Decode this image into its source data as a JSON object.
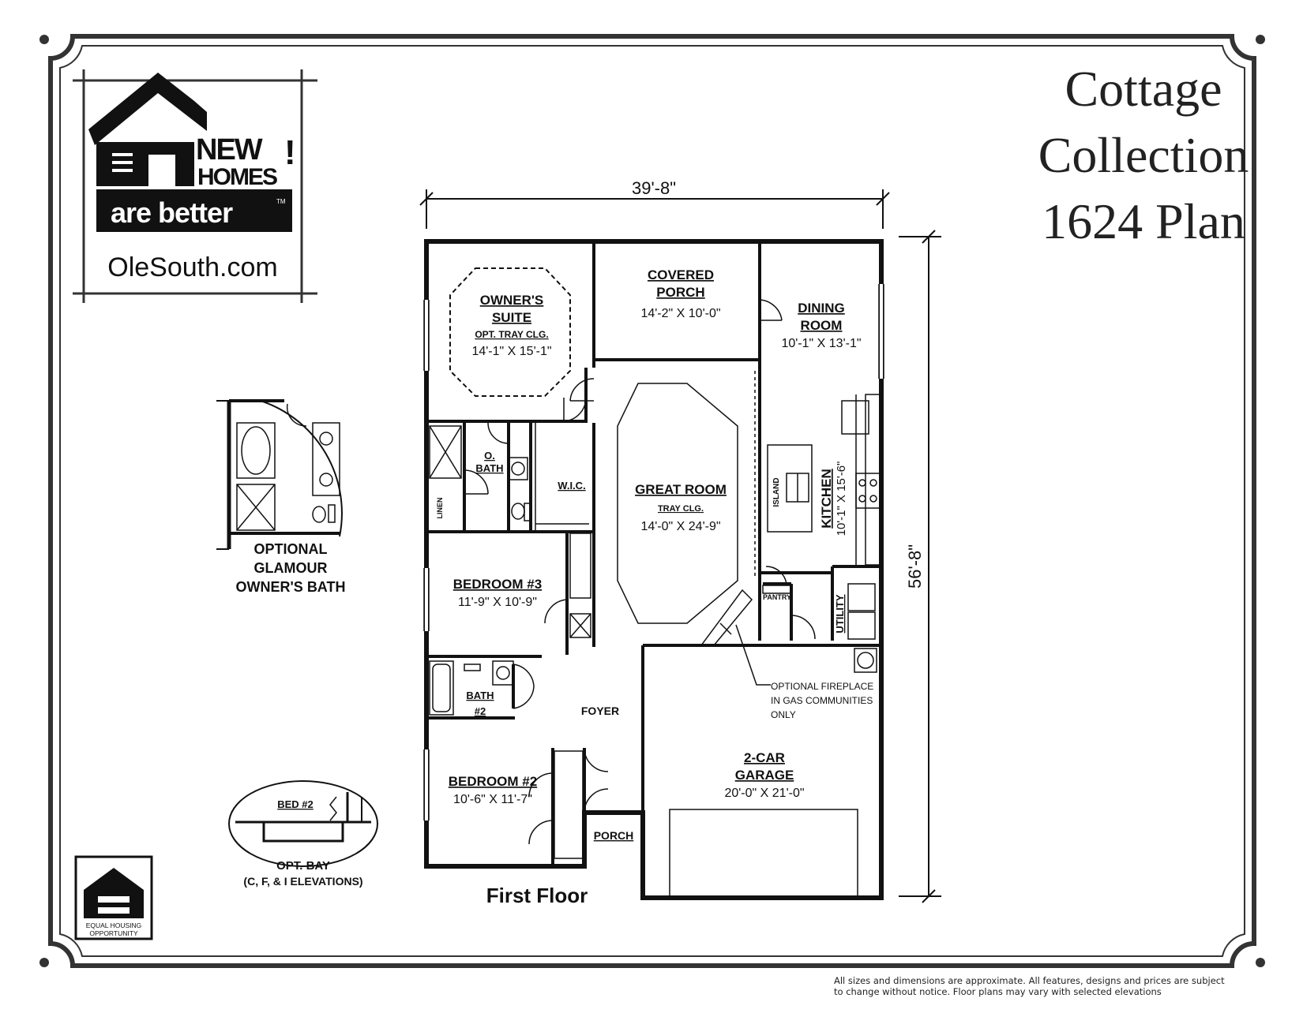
{
  "title": {
    "line1": "Cottage",
    "line2": "Collection",
    "line3": "1624 Plan"
  },
  "logo": {
    "new": "NEW",
    "homes": "HOMES",
    "tagline": "are better",
    "tm": "TM",
    "site": "OleSouth.com"
  },
  "dimensions": {
    "width": "39'-8\"",
    "depth": "56'-8\""
  },
  "rooms": {
    "owners_suite": {
      "name1": "OWNER'S",
      "name2": "SUITE",
      "note": "OPT. TRAY CLG.",
      "size": "14'-1\" X 15'-1\""
    },
    "covered_porch": {
      "name1": "COVERED",
      "name2": "PORCH",
      "size": "14'-2\" X 10'-0\""
    },
    "dining_room": {
      "name1": "DINING",
      "name2": "ROOM",
      "size": "10'-1\" X 13'-1\""
    },
    "o_bath": {
      "name1": "O.",
      "name2": "BATH"
    },
    "linen": "LINEN",
    "wic": "W.I.C.",
    "great_room": {
      "name": "GREAT ROOM",
      "note": "TRAY CLG.",
      "size": "14'-0\" X 24'-9\""
    },
    "island": "ISLAND",
    "kitchen": {
      "name": "KITCHEN",
      "size": "10'-1\" X 15'-6\""
    },
    "bedroom3": {
      "name": "BEDROOM #3",
      "size": "11'-9\" X 10'-9\""
    },
    "pantry": "PANTRY",
    "utility": "UTILITY",
    "bath2": {
      "name1": "BATH",
      "name2": "#2"
    },
    "foyer": "FOYER",
    "fireplace_note": [
      "OPTIONAL FIREPLACE",
      "IN GAS COMMUNITIES",
      "ONLY"
    ],
    "garage": {
      "name1": "2-CAR",
      "name2": "GARAGE",
      "size": "20'-0\" X 21'-0\""
    },
    "bedroom2": {
      "name": "BEDROOM #2",
      "size": "10'-6\" X 11'-7\""
    },
    "porch": "PORCH"
  },
  "floor_label": "First Floor",
  "glamour_bath": [
    "OPTIONAL",
    "GLAMOUR",
    "OWNER'S BATH"
  ],
  "opt_bay": {
    "bed": "BED #2",
    "label": "OPT. BAY",
    "elevations": "(C, F, & I ELEVATIONS)"
  },
  "eho": {
    "line1": "EQUAL HOUSING",
    "line2": "OPPORTUNITY"
  },
  "disclaimer": {
    "line1": "All sizes and dimensions are approximate. All features, designs and prices are subject",
    "line2": "to change without notice.  Floor plans may vary with selected elevations"
  }
}
